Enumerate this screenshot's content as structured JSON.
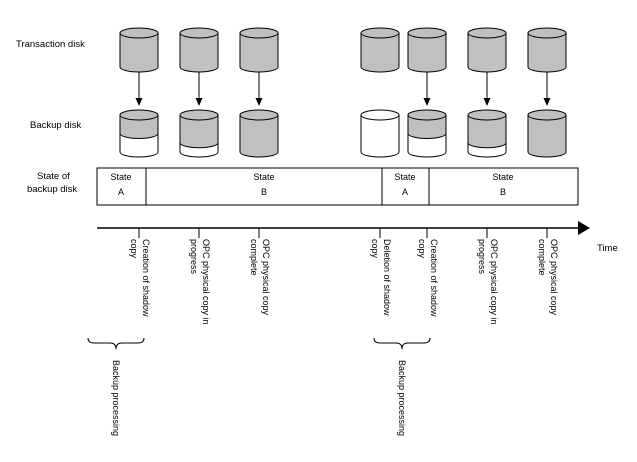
{
  "labels": {
    "transaction_disk": "Transaction disk",
    "backup_disk": "Backup disk",
    "state_line1": "State of",
    "state_line2": "backup disk",
    "time": "Time"
  },
  "colors": {
    "disk_fill": "#c0c0c0",
    "empty_fill": "#ffffff",
    "stroke": "#000000"
  },
  "backup_fill": [
    0.5,
    0.75,
    1.0,
    0.0,
    0.5,
    0.75,
    1.0
  ],
  "transaction_disk_shown": [
    true,
    true,
    true,
    true,
    true,
    true,
    true
  ],
  "arrow_shown": [
    true,
    true,
    true,
    false,
    true,
    true,
    true
  ],
  "states": [
    {
      "state": "State",
      "letter": "A"
    },
    {
      "state": "State",
      "letter": "B"
    },
    {
      "state": "State",
      "letter": "A"
    },
    {
      "state": "State",
      "letter": "B"
    }
  ],
  "events": [
    {
      "line1": "Creation of shadow",
      "line2": "copy"
    },
    {
      "line1": "OPC physical copy in",
      "line2": "progress"
    },
    {
      "line1": "OPC physical copy",
      "line2": "complete"
    },
    {
      "line1": "Deletion of shadow",
      "line2": "copy"
    },
    {
      "line1": "Creation of shadow",
      "line2": "copy"
    },
    {
      "line1": "OPC physical copy in",
      "line2": "progress"
    },
    {
      "line1": "OPC physical copy",
      "line2": "complete"
    }
  ],
  "braces": [
    {
      "label": "Backup processing"
    },
    {
      "label": "Backup processing"
    }
  ]
}
